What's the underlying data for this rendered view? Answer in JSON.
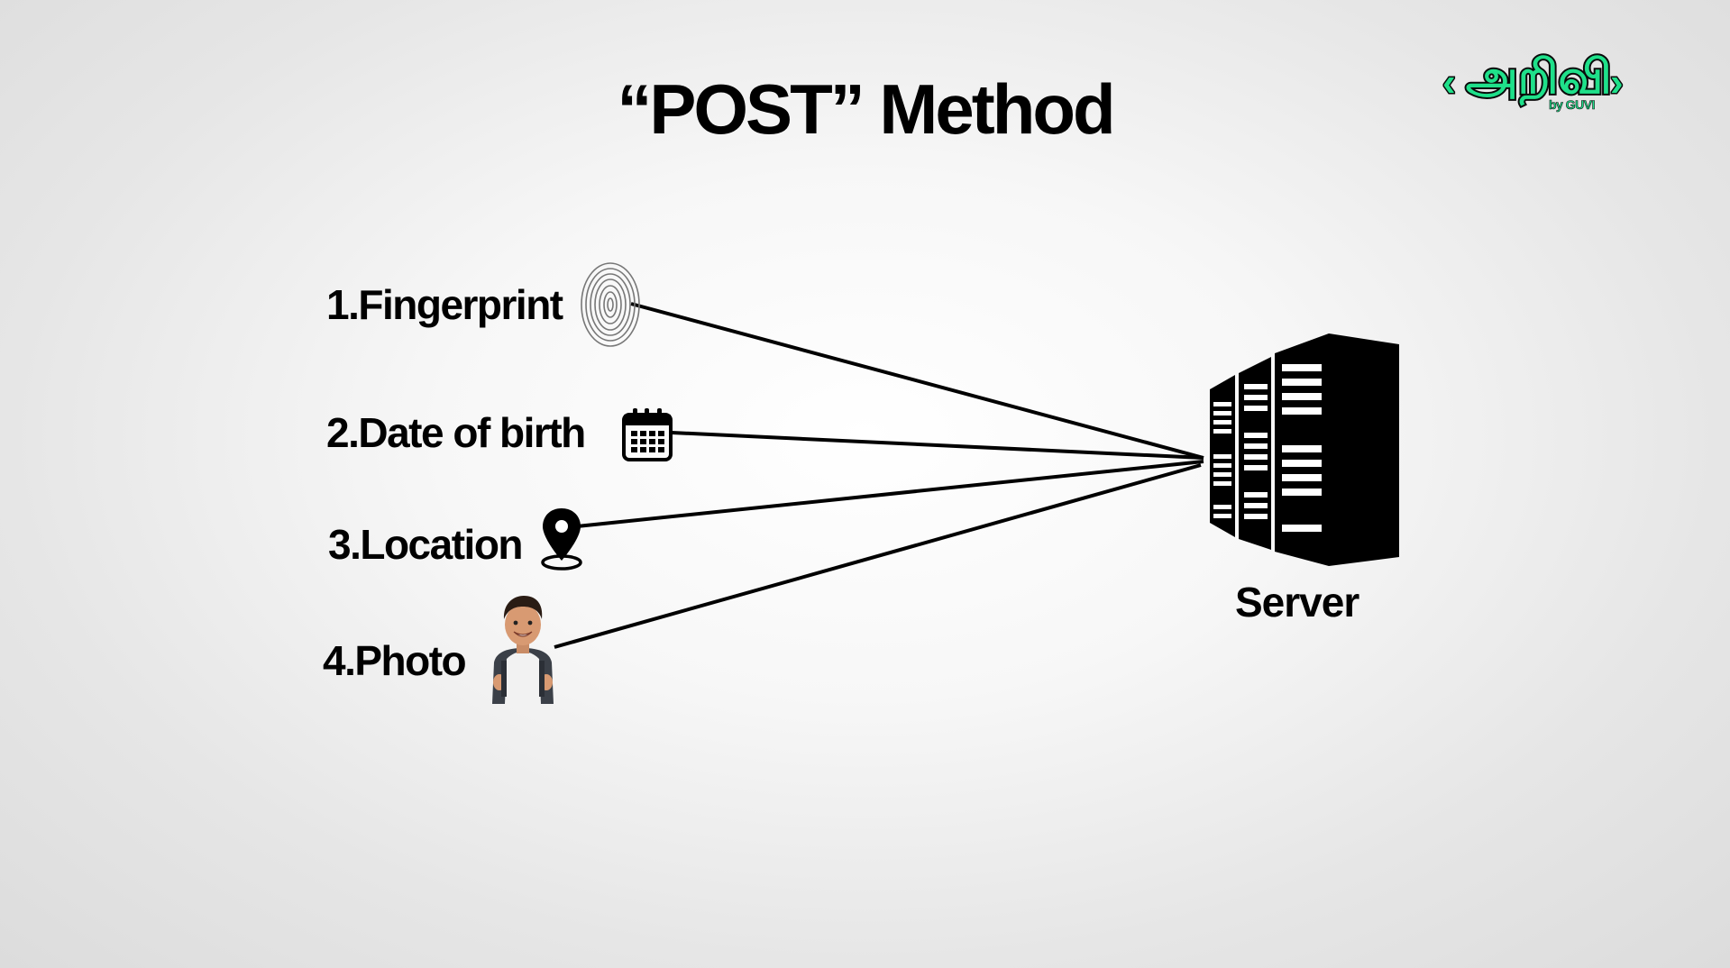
{
  "title": "“POST” Method",
  "logo": {
    "tamil": "அறிவி",
    "byline": "by GUVI",
    "chevron_left": "‹",
    "chevron_right": "›",
    "color": "#1fe08a"
  },
  "items": [
    {
      "label": "1.Fingerprint",
      "icon": "fingerprint-icon"
    },
    {
      "label": "2.Date of birth",
      "icon": "calendar-icon"
    },
    {
      "label": "3.Location",
      "icon": "location-pin-icon"
    },
    {
      "label": "4.Photo",
      "icon": "child-photo"
    }
  ],
  "server": {
    "label": "Server",
    "icon": "server-rack-icon"
  }
}
